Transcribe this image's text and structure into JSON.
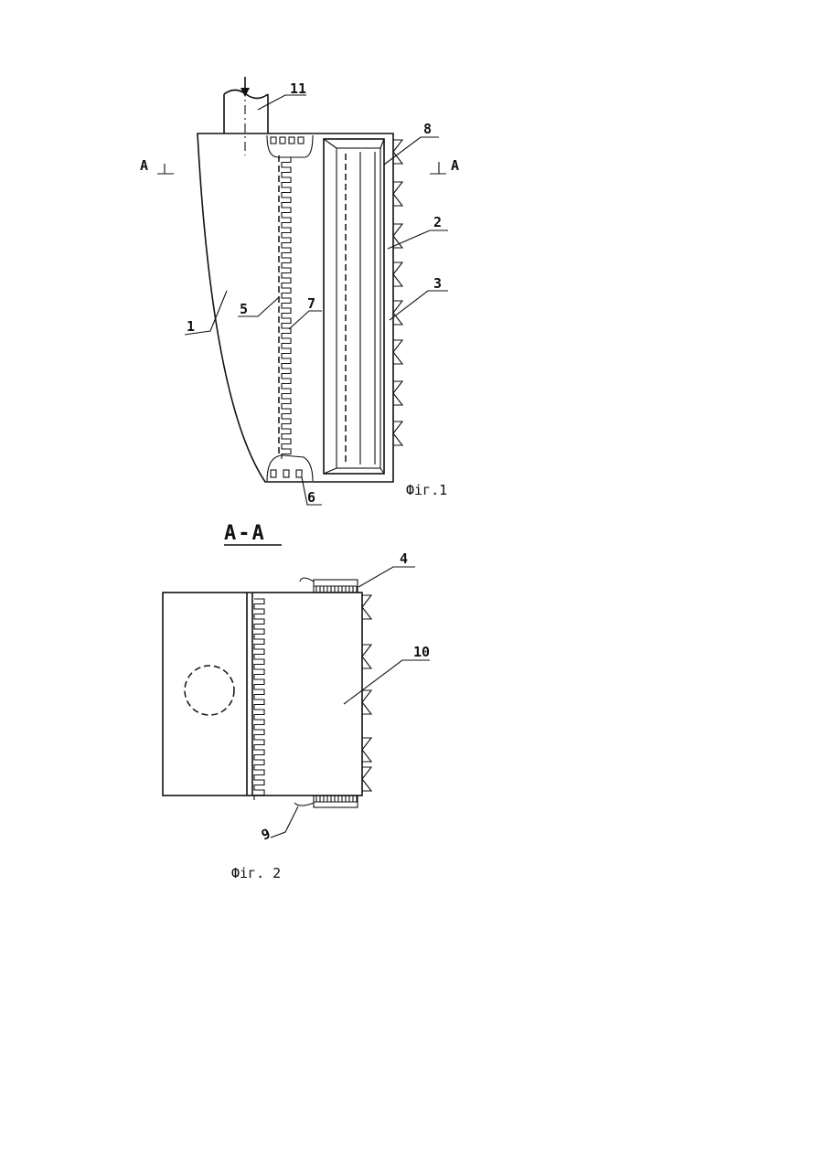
{
  "figure1": {
    "caption": "Фіг.1",
    "section_mark_left": "A",
    "section_mark_right": "A",
    "labels": [
      "1",
      "2",
      "3",
      "5",
      "6",
      "7",
      "8",
      "11"
    ]
  },
  "figure2": {
    "section_title": "A-A",
    "caption": "Фіг. 2",
    "labels": [
      "4",
      "9",
      "10"
    ]
  }
}
